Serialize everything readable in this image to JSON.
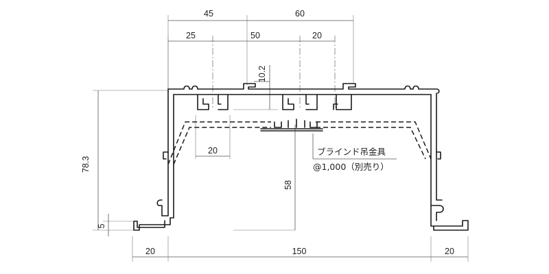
{
  "dimensions": {
    "top_45": "45",
    "top_60": "60",
    "mid_25": "25",
    "mid_50": "50",
    "mid_20": "20",
    "slot_10_2": "10.2",
    "height_78_3": "78.3",
    "depth_58": "58",
    "inner_20": "20",
    "foot_5": "5",
    "bottom_left_20": "20",
    "bottom_150": "150",
    "bottom_right_20": "20"
  },
  "note": {
    "line1": "ブラインド吊金具",
    "line2": "@1,000（別売り）"
  },
  "colors": {
    "line": "#1a1a1a",
    "dimension": "#555555",
    "background": "#ffffff"
  }
}
